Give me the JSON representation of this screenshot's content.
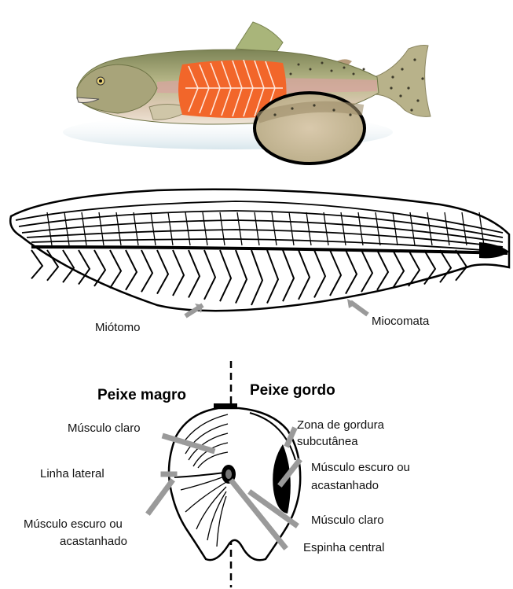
{
  "colors": {
    "fish_body": "#b7b98d",
    "fish_back": "#8a8f62",
    "fish_belly": "#e7d9c6",
    "fillet": "#f2662a",
    "stripe": "#d9a7a0",
    "arrow": "#9a9a9a",
    "outline": "#000000"
  },
  "icons": [
    "salmon-illustration-icon",
    "magnifier-circle-icon"
  ],
  "myotome_labels": {
    "miotomo": "Miótomo",
    "miocomata": "Miocomata"
  },
  "cross_section": {
    "lean_heading": "Peixe magro",
    "fat_heading": "Peixe gordo",
    "left_labels": {
      "musculo_claro": "Músculo claro",
      "linha_lateral": "Linha lateral",
      "musculo_escuro_1": "Músculo escuro ou",
      "musculo_escuro_2": "acastanhado"
    },
    "right_labels": {
      "zona_gordura_1": "Zona de gordura",
      "zona_gordura_2": "subcutânea",
      "musculo_escuro_1": "Músculo escuro ou",
      "musculo_escuro_2": "acastanhado",
      "musculo_claro": "Músculo claro",
      "espinha_central": "Espinha central"
    }
  }
}
